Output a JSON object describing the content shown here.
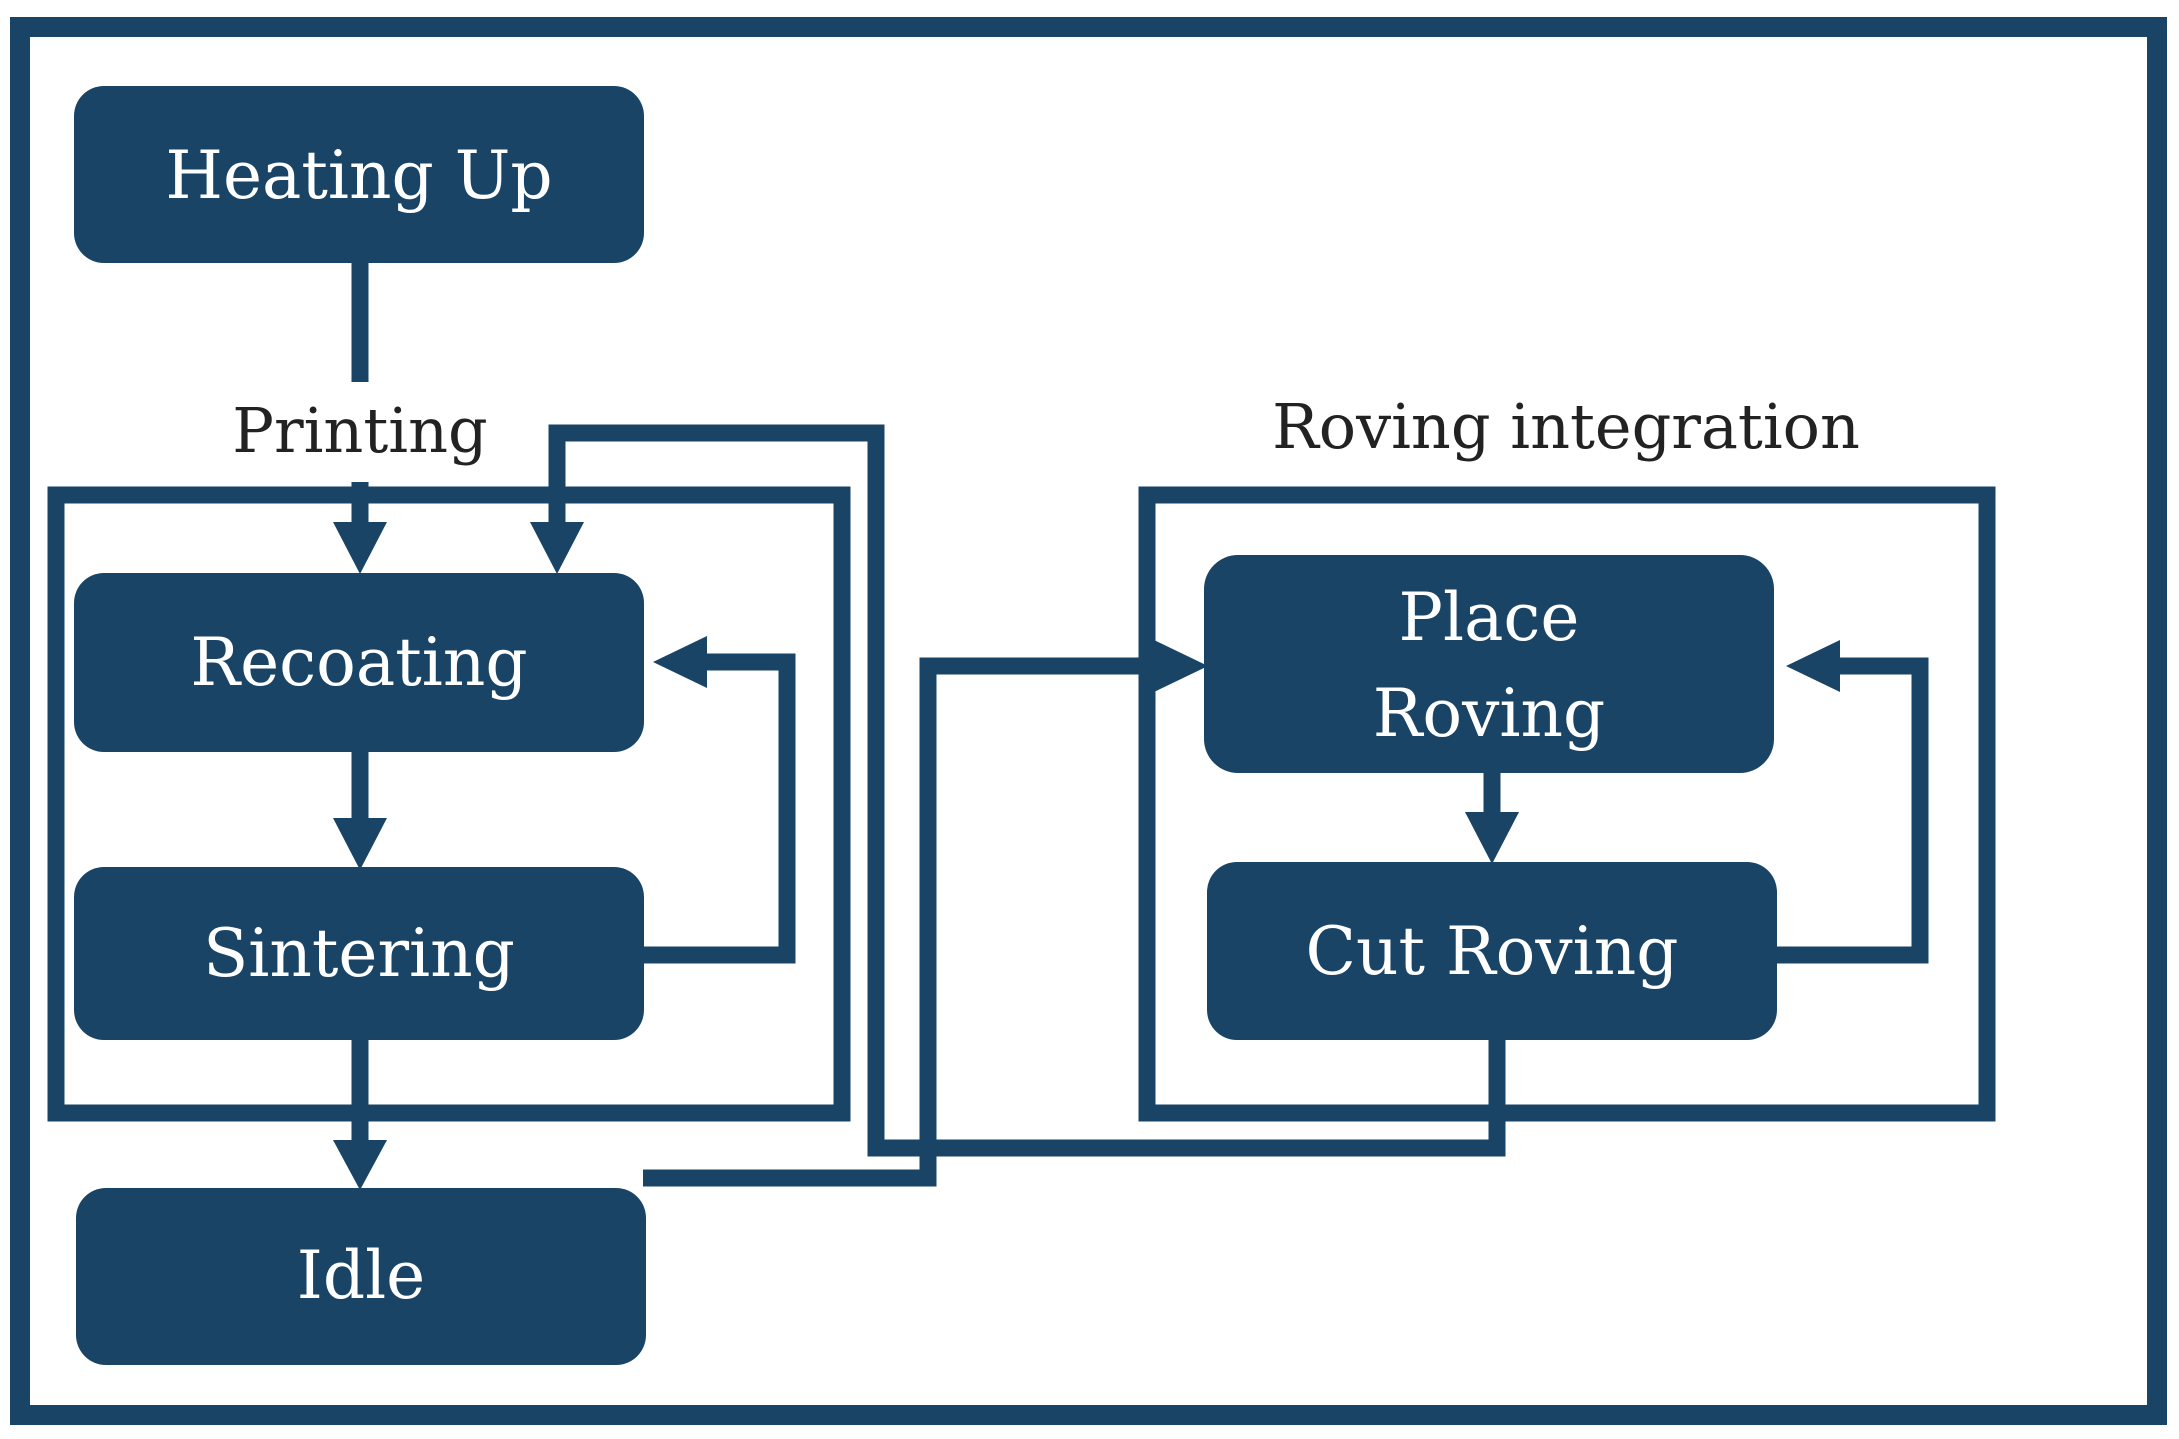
{
  "colors": {
    "primary": "#194466",
    "node_text": "#ffffff",
    "label_text": "#222222",
    "background": "#ffffff"
  },
  "groups": {
    "printing_title": "Printing",
    "roving_title": "Roving integration"
  },
  "nodes": {
    "heating_up": "Heating Up",
    "recoating": "Recoating",
    "sintering": "Sintering",
    "idle": "Idle",
    "place_roving_line1": "Place",
    "place_roving_line2": "Roving",
    "cut_roving": "Cut Roving"
  }
}
